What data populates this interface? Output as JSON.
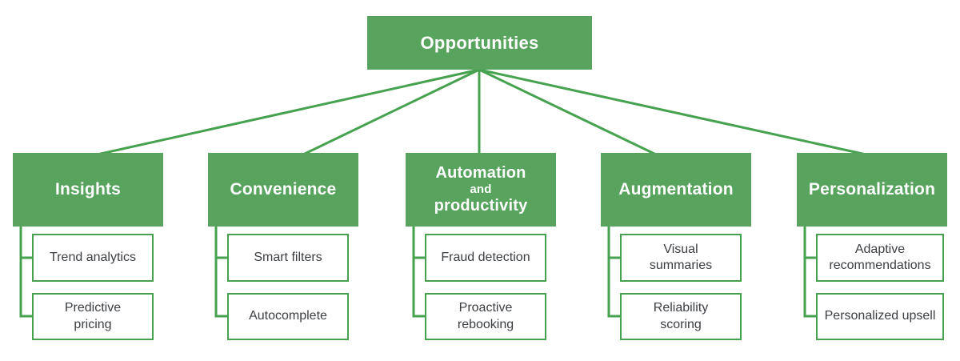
{
  "colors": {
    "green_fill": "#58a35d",
    "green_line": "#46a24f",
    "text_dark": "#3b3e42",
    "text_light": "#ffffff",
    "background": "#ffffff"
  },
  "root": {
    "label": "Opportunities"
  },
  "groups": [
    {
      "label": "Insights",
      "children": [
        "Trend analytics",
        "Predictive pricing"
      ]
    },
    {
      "label": "Convenience",
      "children": [
        "Smart filters",
        "Autocomplete"
      ]
    },
    {
      "label": "Automation and productivity",
      "label_lines": [
        "Automation",
        "and",
        "productivity"
      ],
      "children": [
        "Fraud detection",
        "Proactive rebooking"
      ]
    },
    {
      "label": "Augmentation",
      "children": [
        "Visual summaries",
        "Reliability scoring"
      ]
    },
    {
      "label": "Personalization",
      "children": [
        "Adaptive recommendations",
        "Personalized upsell"
      ]
    }
  ]
}
